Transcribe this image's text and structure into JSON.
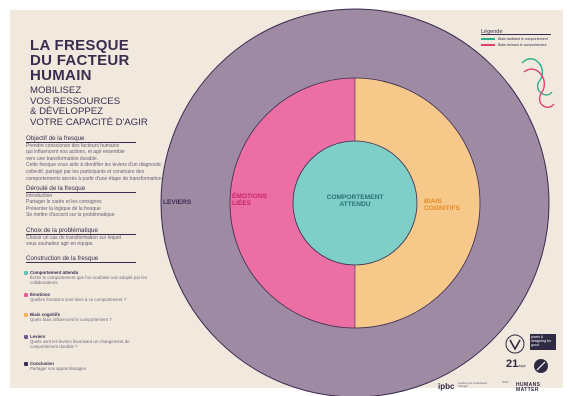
{
  "poster": {
    "title_lines": [
      "LA FRESQUE",
      "DU FACTEUR",
      "HUMAIN"
    ],
    "subtitle_lines": [
      "MOBILISEZ",
      "VOS RESSOURCES",
      "& DÉVELOPPEZ",
      "VOTRE CAPACITÉ D'AGIR"
    ],
    "objective": {
      "heading": "Objectif de la fresque",
      "lines": [
        "Prendre conscience des facteurs humains",
        "qui influencent nos actions, et agir ensemble",
        "vers une transformation durable.",
        "Cette fresque vous aide à identifier les leviers d'un diagnostic",
        "collectif, partagé par les participants et construire des",
        "comportements ancrés à partir d'une étape de transformation."
      ]
    },
    "process": {
      "heading": "Déroulé de la fresque",
      "intro_lines": [
        "Introduction",
        "Partager le cadre et les consignes",
        "Présenter la logique de la fresque",
        "Se mettre d'accord sur la problématique"
      ],
      "problem_heading": "Choix de la problématique",
      "problem_lines": [
        "Choisir un cas de transformation sur lequel",
        "vous souhaitez agir en équipe."
      ],
      "build_heading": "Construction de la fresque",
      "steps": [
        {
          "title": "Comportement attendu",
          "desc": "Écrire le comportement que l'on souhaite voir adopté par les collaborateurs",
          "color": "#5ec3bd"
        },
        {
          "title": "Émotions",
          "desc": "Quelles émotions sont liées à ce comportement ?",
          "color": "#e8609a"
        },
        {
          "title": "Biais cognitifs",
          "desc": "Quels biais influencent le comportement ?",
          "color": "#f3b35a"
        },
        {
          "title": "Leviers",
          "desc": "Quels sont les leviers favorisant un changement de comportement durable ?",
          "color": "#6f5a8c"
        },
        {
          "title": "Conclusion",
          "desc": "Partager vos apprentissages",
          "color": "#3a2b4f"
        }
      ]
    },
    "legend": {
      "heading": "Légende",
      "items": [
        {
          "label": "Biais facilitant le comportement",
          "color": "#2fae8a"
        },
        {
          "label": "Biais freinant le comportement",
          "color": "#e23f6e"
        }
      ]
    },
    "circle": {
      "outer_label": "LEVIERS",
      "emotions_lines": [
        "ÉMOTIONS",
        "LIÉES"
      ],
      "center_lines": [
        "COMPORTEMENT",
        "ATTENDU"
      ],
      "biais_lines": [
        "BIAIS",
        "COGNITIFS"
      ],
      "colors": {
        "outer": "#9e8aa3",
        "emotions": "#ec6fa3",
        "biais": "#f6c88a",
        "center": "#7ecfc7",
        "outline": "#3a2b4f",
        "text_dark": "#3a2b4f",
        "text_pink": "#c7236a",
        "text_orange": "#e48a24",
        "text_teal": "#2a6f7a"
      }
    },
    "logos": {
      "ipbc": "ipbc",
      "ipbc_sub": "Institut pour le Behavior Change",
      "humans_matter": "HUMANS MATTER",
      "humans_prefix": "WHY",
      "num": "21",
      "num_sub": "days",
      "tag": "pixels & designing for good"
    }
  }
}
